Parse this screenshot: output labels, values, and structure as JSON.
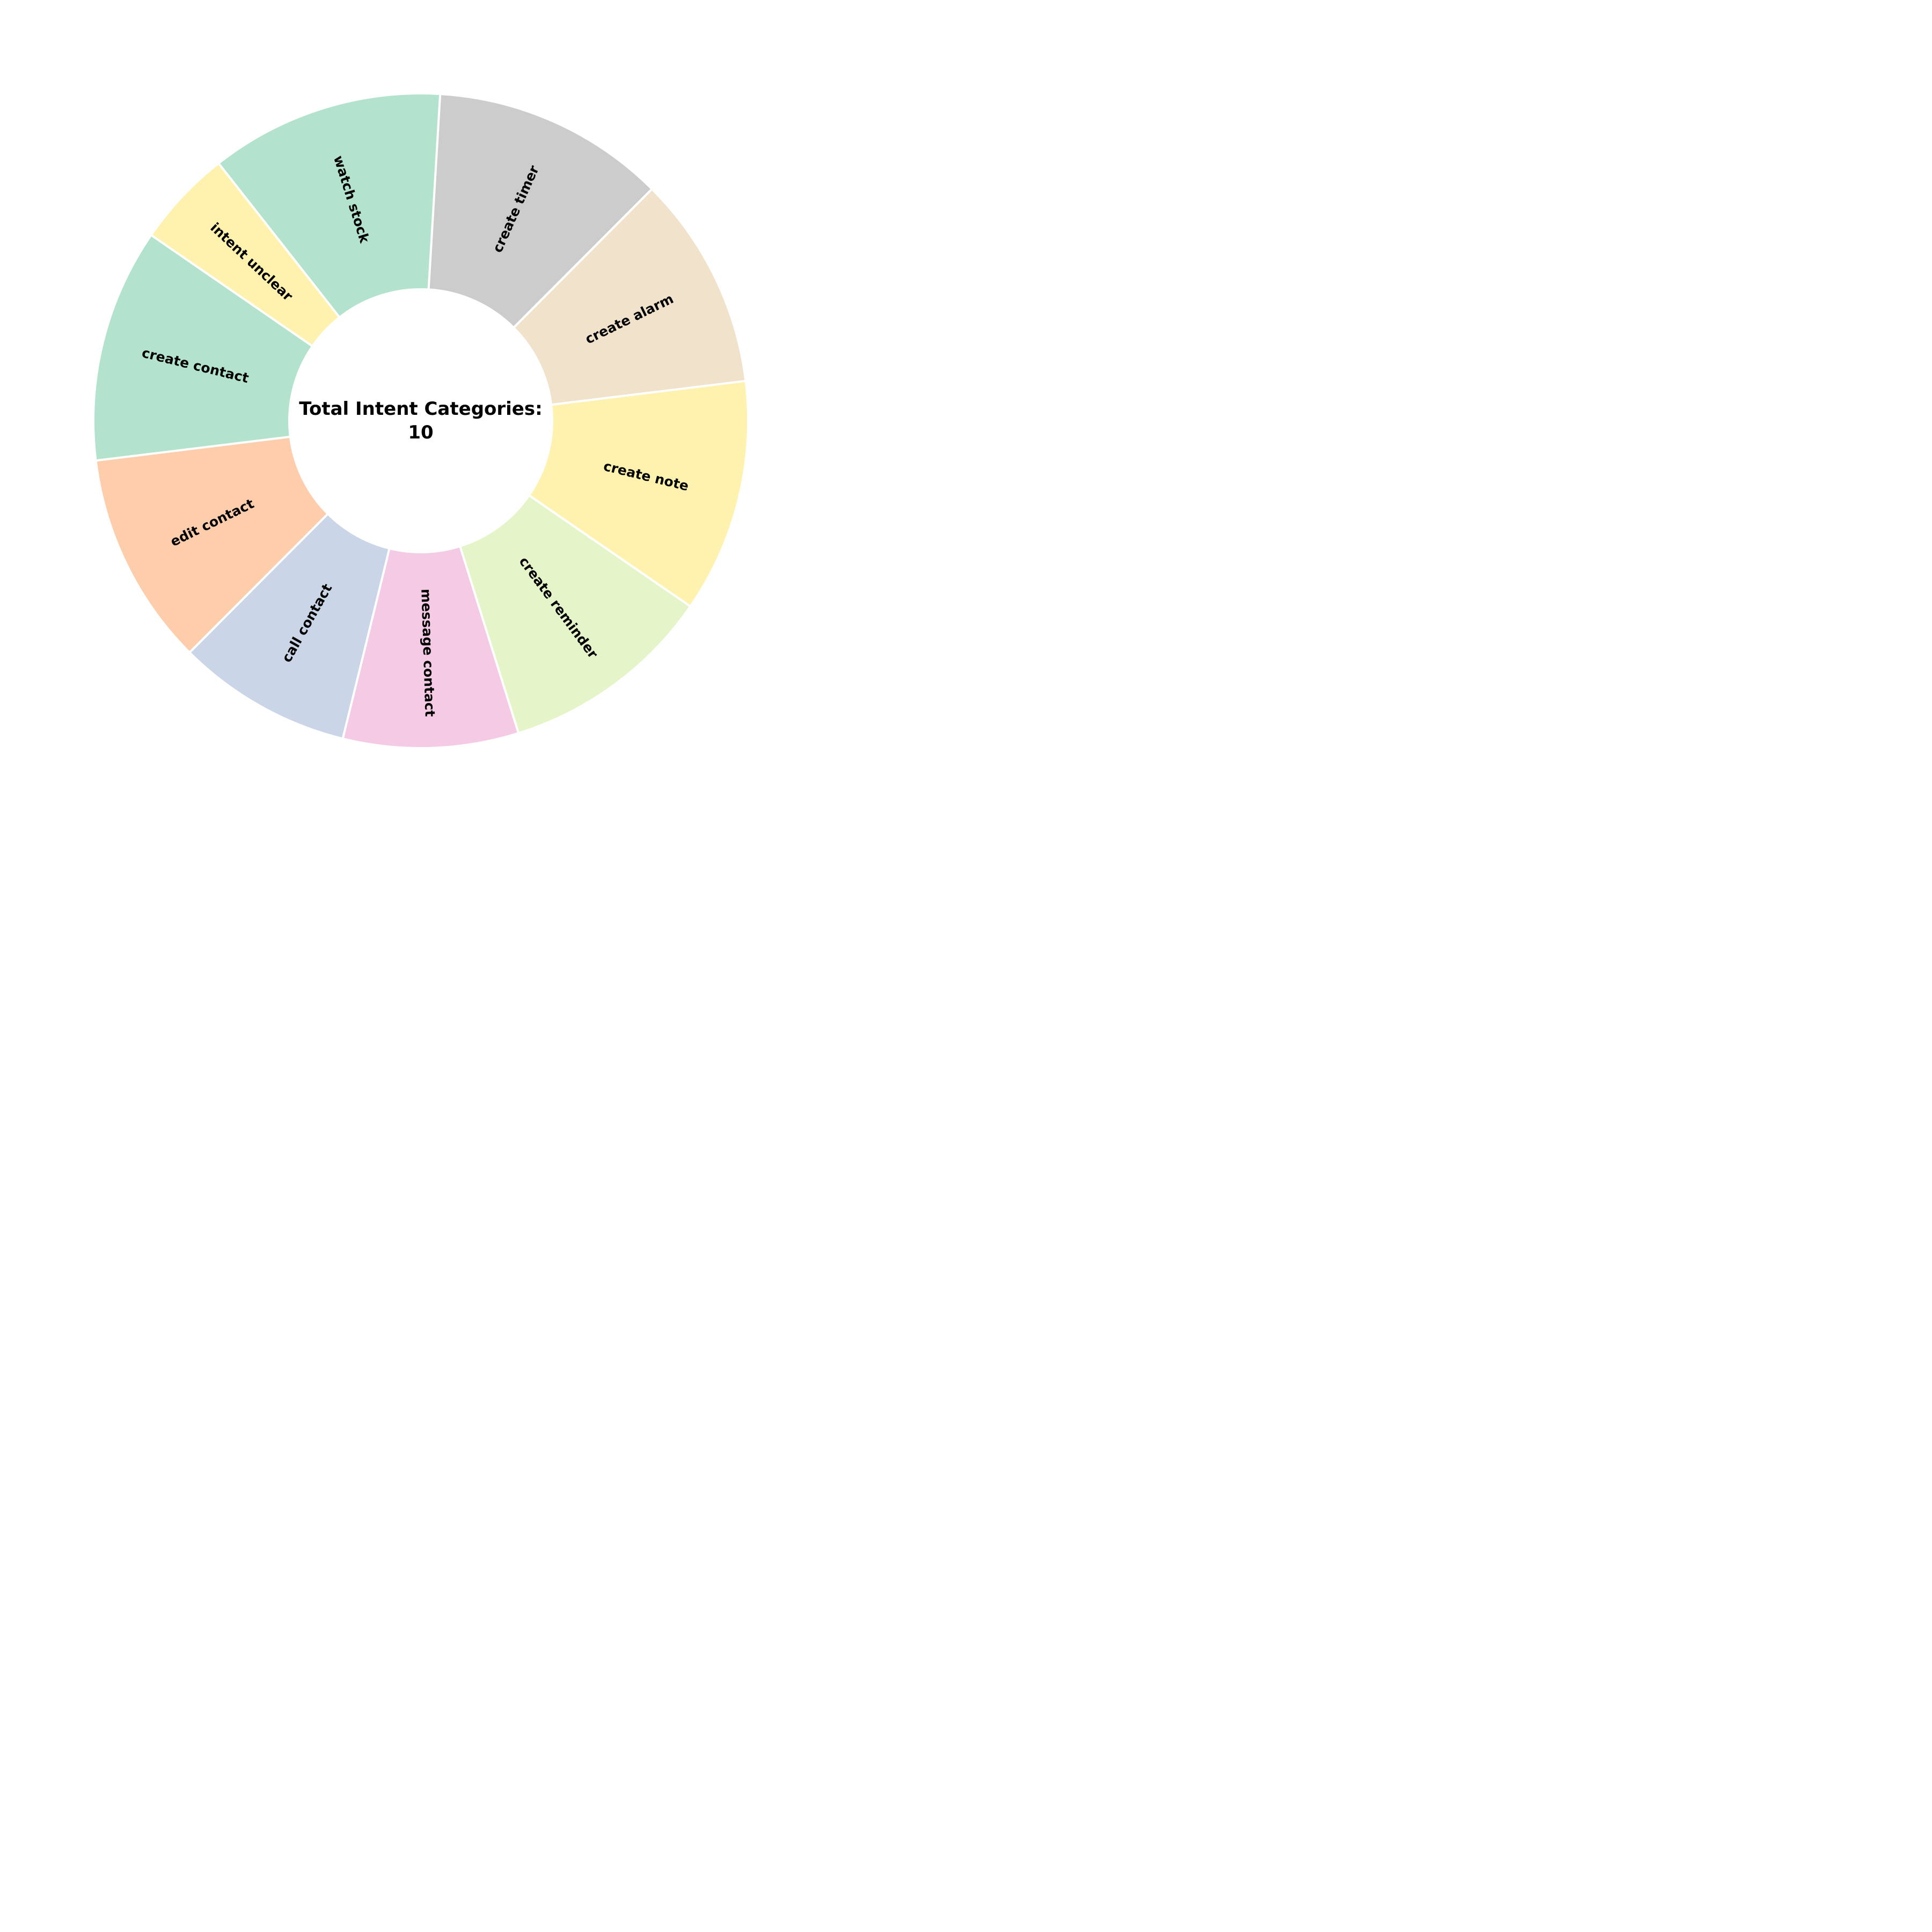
{
  "chart_data": {
    "type": "pie",
    "variant": "donut",
    "start_angle_deg": 86.6,
    "direction": "clockwise",
    "slices": [
      {
        "label": "create timer",
        "value": 12,
        "color": "#CCCCCC"
      },
      {
        "label": "create alarm",
        "value": 11,
        "color": "#F1E2CC"
      },
      {
        "label": "create note",
        "value": 12,
        "color": "#FFF2AE"
      },
      {
        "label": "create reminder",
        "value": 11,
        "color": "#E6F5C9"
      },
      {
        "label": "message contact",
        "value": 9,
        "color": "#F4CAE4"
      },
      {
        "label": "call contact",
        "value": 9,
        "color": "#CBD5E8"
      },
      {
        "label": "edit contact",
        "value": 11,
        "color": "#FDCDAC"
      },
      {
        "label": "create contact",
        "value": 12,
        "color": "#B3E2CD"
      },
      {
        "label": "intent unclear",
        "value": 5,
        "color": "#FFF2AE"
      },
      {
        "label": "watch stock",
        "value": 12,
        "color": "#B3E2CD"
      }
    ]
  },
  "center_text": {
    "line1": "Total Intent Categories:",
    "line2": "10"
  }
}
